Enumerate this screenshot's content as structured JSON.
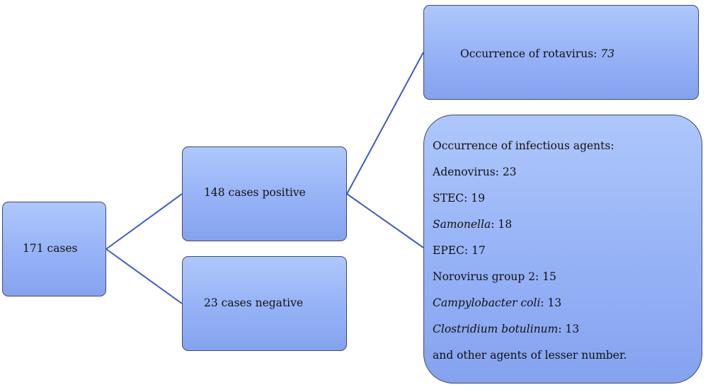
{
  "diagram": {
    "root": {
      "label": "171 cases"
    },
    "positive": {
      "label": "148 cases positive"
    },
    "negative": {
      "label": "23 cases negative"
    },
    "rotavirus": {
      "label": "Occurrence of rotavirus: ",
      "value": "73"
    },
    "agents": {
      "heading": "Occurrence of infectious agents:",
      "items": [
        {
          "name": "Adenovirus",
          "value": ": 23",
          "italic": false
        },
        {
          "name": "STEC",
          "value": ": 19",
          "italic": false
        },
        {
          "name": "Samonella",
          "value": ": 18",
          "italic": true
        },
        {
          "name": "EPEC",
          "value": ": 17",
          "italic": false
        },
        {
          "name": "Norovirus group 2",
          "value": ": 15",
          "italic": false
        },
        {
          "name": "Campylobacter coli",
          "value": ": 13",
          "italic": true
        },
        {
          "name": "Clostridium botulinum",
          "value": ": 13",
          "italic": true
        }
      ],
      "footer": "and other agents of lesser number."
    },
    "colors": {
      "box_top": "#aec7fb",
      "box_bottom": "#85a2ef",
      "box_border": "#3f4a6b",
      "connector": "#3b5bc4"
    }
  }
}
